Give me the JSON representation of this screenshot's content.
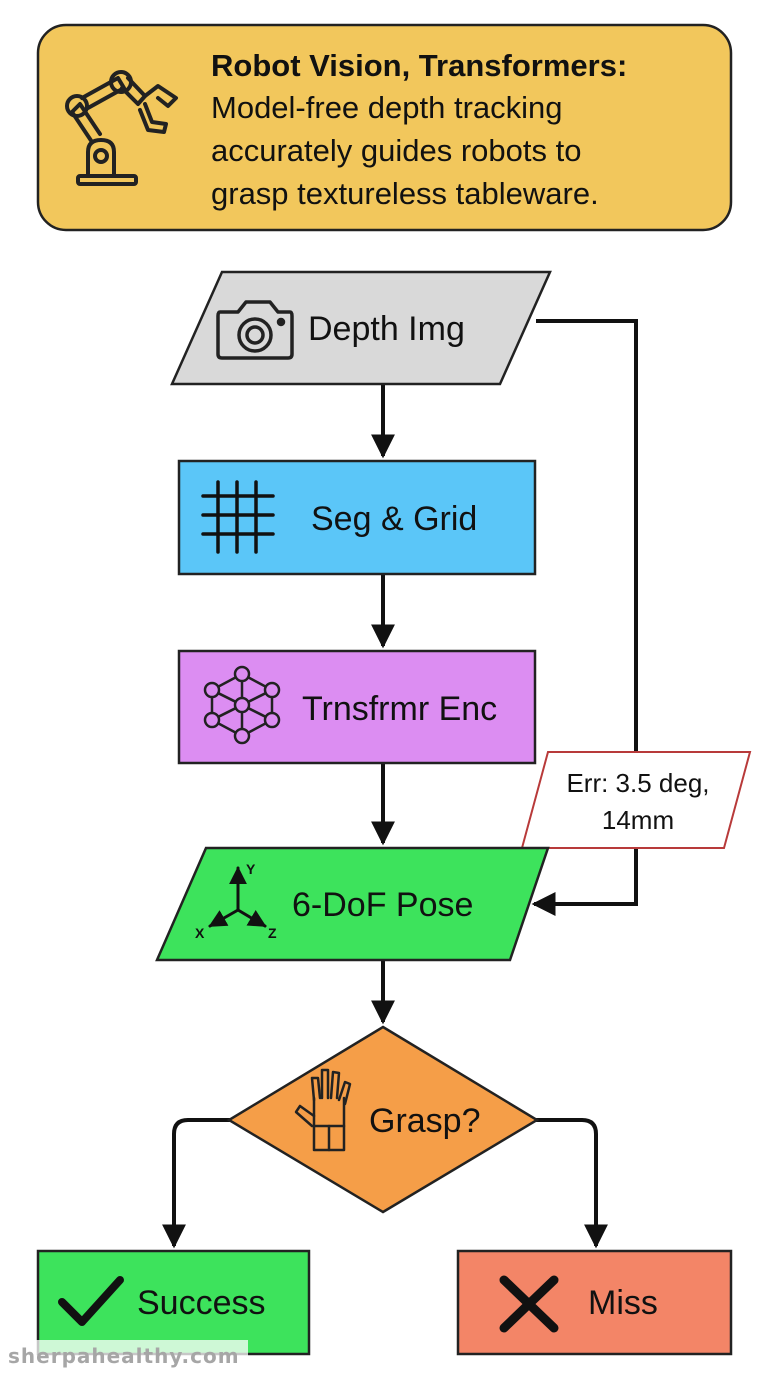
{
  "header": {
    "title": "Robot Vision, Transformers:",
    "lines": [
      "Model-free depth tracking",
      "accurately guides robots to",
      "grasp textureless tableware."
    ],
    "icon": "robot-arm-icon",
    "bg_color": "#f2c75c"
  },
  "nodes": {
    "depth_img": {
      "label": "Depth Img",
      "icon": "camera-icon",
      "color": "#d9d9d9"
    },
    "seg_grid": {
      "label": "Seg & Grid",
      "icon": "grid-icon",
      "color": "#5bc6f8"
    },
    "transformer": {
      "label": "Trnsfrmr Enc",
      "icon": "neural-network-icon",
      "color": "#dc8df2"
    },
    "pose": {
      "label": "6-DoF Pose",
      "icon": "xyz-axes-icon",
      "axes": [
        "Y",
        "X",
        "Z"
      ],
      "color": "#3de35c"
    },
    "decision": {
      "label": "Grasp?",
      "icon": "robot-hand-icon",
      "color": "#f59e48"
    },
    "success": {
      "label": "Success",
      "icon": "checkmark-icon",
      "color": "#3de35c"
    },
    "miss": {
      "label": "Miss",
      "icon": "cross-icon",
      "color": "#f38567"
    }
  },
  "error_note": {
    "lines": [
      "Err: 3.5 deg,",
      "14mm"
    ],
    "border_color": "#b83a3a"
  },
  "watermark": "sherpahealthy.com"
}
